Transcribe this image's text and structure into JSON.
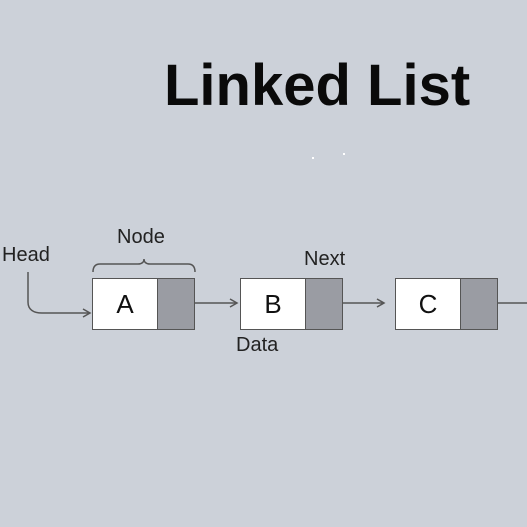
{
  "diagram": {
    "title": "Linked List",
    "labels": {
      "head": "Head",
      "node": "Node",
      "next": "Next",
      "data": "Data"
    },
    "nodes": [
      {
        "value": "A"
      },
      {
        "value": "B"
      },
      {
        "value": "C"
      }
    ],
    "colors": {
      "background": "#ccd1d9",
      "data_cell": "#ffffff",
      "next_cell": "#9a9ca3",
      "border": "#555555",
      "arrow": "#555555",
      "title": "#0a0a0a"
    }
  }
}
